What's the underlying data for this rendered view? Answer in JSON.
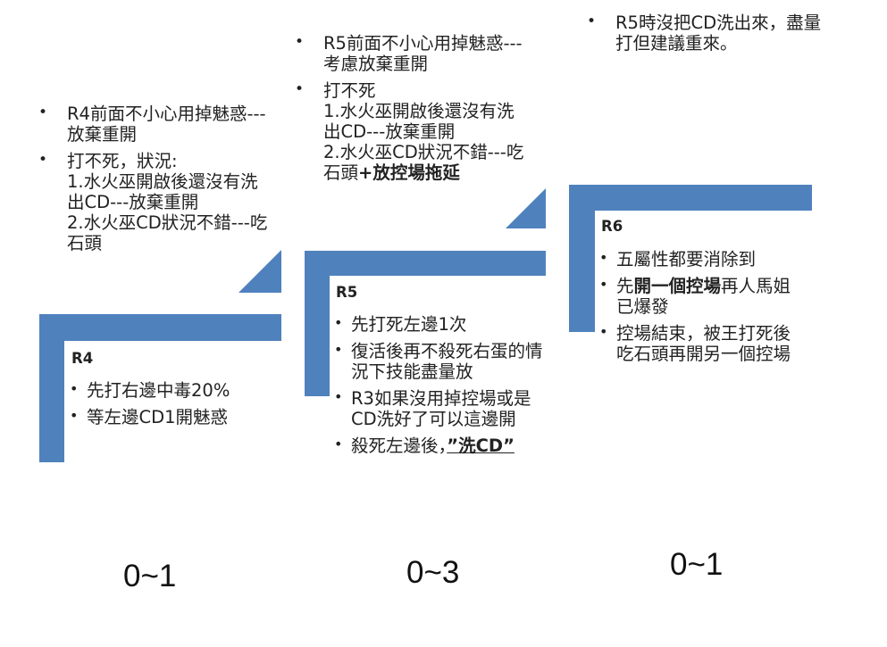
{
  "steps": [
    {
      "id": "r4",
      "label": "R4",
      "items": [
        {
          "text": "先打右邊中毒20%"
        },
        {
          "text": "等左邊CD1開魅惑"
        }
      ],
      "range": "0~1",
      "notes": [
        {
          "text": "R4前面不小心用掉魅惑---放棄重開"
        },
        {
          "text": "打不死，狀況:",
          "sub": [
            "1.水火巫開啟後還沒有洗出CD---放棄重開",
            "2.水火巫CD狀況不錯---吃石頭"
          ]
        }
      ]
    },
    {
      "id": "r5",
      "label": "R5",
      "items": [
        {
          "text": "先打死左邊1次"
        },
        {
          "text": "復活後再不殺死右蛋的情況下技能盡量放"
        },
        {
          "text": "R3如果沒用掉控場或是CD洗好了可以這邊開"
        },
        {
          "pre": "殺死左邊後，",
          "emph": "”洗CD”"
        }
      ],
      "range": "0~3",
      "notes": [
        {
          "text": "R5前面不小心用掉魅惑---考慮放棄重開"
        },
        {
          "text": "打不死",
          "sub": [
            "1.水火巫開啟後還沒有洗出CD---放棄重開",
            "2.水火巫CD狀況不錯---吃石頭"
          ],
          "sub_bold_tail": "+放控場拖延"
        }
      ]
    },
    {
      "id": "r6",
      "label": "R6",
      "items": [
        {
          "text": "五屬性都要消除到"
        },
        {
          "pre": "先",
          "emph": "開一個控場",
          "post": "再人馬姐已爆發"
        },
        {
          "text": "控場結束，被王打死後吃石頭再開另一個控場"
        }
      ],
      "range": "0~1",
      "notes": [
        {
          "text": "R5時沒把CD洗出來，盡量打但建議重來。"
        }
      ]
    }
  ],
  "colors": {
    "step_fill": "#4f81bd",
    "text": "#222222"
  }
}
